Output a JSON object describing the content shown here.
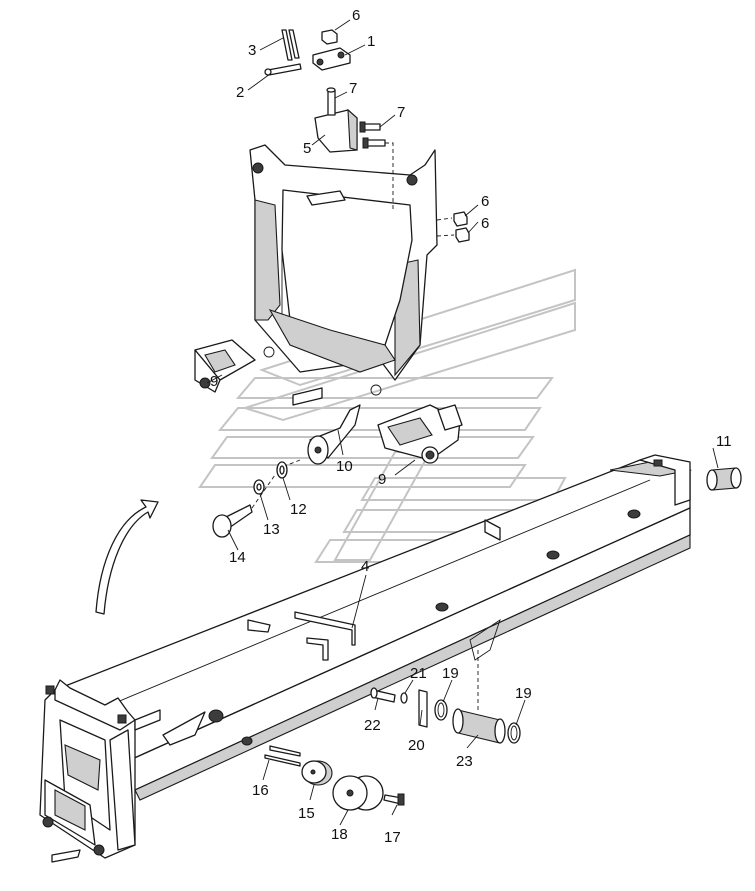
{
  "callouts": [
    {
      "id": "c1",
      "label": "1"
    },
    {
      "id": "c2",
      "label": "2"
    },
    {
      "id": "c3",
      "label": "3"
    },
    {
      "id": "c4",
      "label": "4"
    },
    {
      "id": "c5",
      "label": "5"
    },
    {
      "id": "c6a",
      "label": "6"
    },
    {
      "id": "c6b",
      "label": "6"
    },
    {
      "id": "c6c",
      "label": "6"
    },
    {
      "id": "c7a",
      "label": "7"
    },
    {
      "id": "c7b",
      "label": "7"
    },
    {
      "id": "c9a",
      "label": "9"
    },
    {
      "id": "c9b",
      "label": "9"
    },
    {
      "id": "c10",
      "label": "10"
    },
    {
      "id": "c11",
      "label": "11"
    },
    {
      "id": "c12",
      "label": "12"
    },
    {
      "id": "c13",
      "label": "13"
    },
    {
      "id": "c14",
      "label": "14"
    },
    {
      "id": "c15",
      "label": "15"
    },
    {
      "id": "c16",
      "label": "16"
    },
    {
      "id": "c17",
      "label": "17"
    },
    {
      "id": "c18",
      "label": "18"
    },
    {
      "id": "c19a",
      "label": "19"
    },
    {
      "id": "c19b",
      "label": "19"
    },
    {
      "id": "c20",
      "label": "20"
    },
    {
      "id": "c21",
      "label": "21"
    },
    {
      "id": "c22",
      "label": "22"
    },
    {
      "id": "c23",
      "label": "23"
    }
  ],
  "colors": {
    "line": "#1a1a1a",
    "watermark": "#c4c4c4",
    "shade": "#cfcfcf",
    "background": "#ffffff"
  }
}
